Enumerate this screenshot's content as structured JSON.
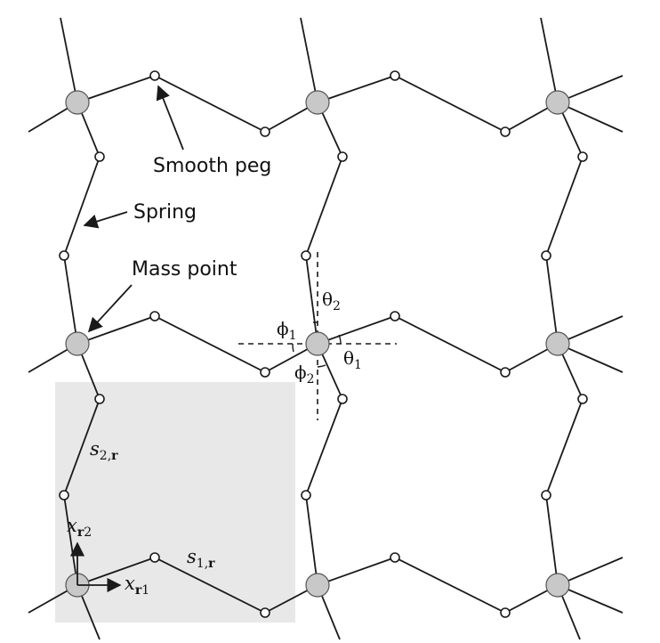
{
  "labels": {
    "smooth_peg": "Smooth peg",
    "spring": "Spring",
    "mass_point": "Mass point"
  },
  "angles": {
    "theta": "θ",
    "phi": "ϕ",
    "sub1": "1",
    "sub2": "2"
  },
  "symbols": {
    "s": "s",
    "s1_sub": "1,",
    "s2_sub": "2,",
    "r_bold": "r",
    "x": "x",
    "xr1_sub": "r",
    "xr1_idx": "1",
    "xr2_sub": "r",
    "xr2_idx": "2"
  },
  "colors": {
    "unit_cell_fill": "#e8e8e8",
    "mass_fill": "#c8c8c8",
    "line": "#1a1a1a"
  }
}
